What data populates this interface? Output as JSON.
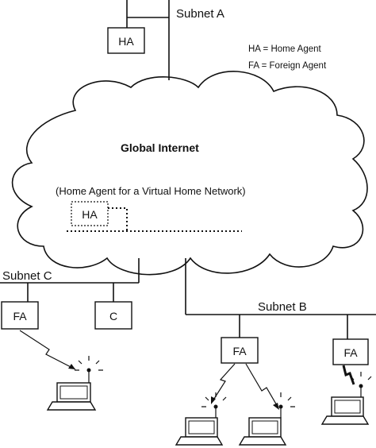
{
  "subnets": {
    "a": "Subnet A",
    "b": "Subnet B",
    "c": "Subnet C"
  },
  "legend": {
    "ha": "HA = Home Agent",
    "fa": "FA = Foreign Agent"
  },
  "cloud": {
    "title": "Global Internet",
    "caption": "(Home Agent for a Virtual Home Network)",
    "virtual_ha": "HA"
  },
  "nodes": {
    "ha_subnet_a": "HA",
    "fa_subnet_c": "FA",
    "c_subnet_c": "C",
    "fa_subnet_b_1": "FA",
    "fa_subnet_b_2": "FA"
  }
}
